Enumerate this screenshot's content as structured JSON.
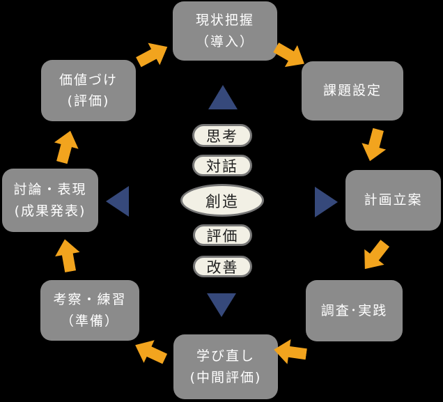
{
  "colors": {
    "background": "#000000",
    "box_bg": "#8B8B8B",
    "box_text": "#FFFFFF",
    "arrow": "#F2A41E",
    "triangle": "#36497B",
    "pill_bg": "#F2F0E5",
    "pill_border": "#767676",
    "pill_text": "#1F1F1F"
  },
  "steps": [
    {
      "name": "current-state-grasp",
      "lines": [
        "現状把握",
        "（導入）"
      ]
    },
    {
      "name": "problem-setting",
      "lines": [
        "課題設定"
      ]
    },
    {
      "name": "planning",
      "lines": [
        "計画立案"
      ]
    },
    {
      "name": "research-practice",
      "lines": [
        "調査･実践"
      ]
    },
    {
      "name": "relearning",
      "lines": [
        "学び直し",
        "(中間評価)"
      ]
    },
    {
      "name": "consideration-practice",
      "lines": [
        "考察・練習",
        "（準備）"
      ]
    },
    {
      "name": "discussion-presentation",
      "lines": [
        "討論・表現",
        "(成果発表)"
      ]
    },
    {
      "name": "valuing",
      "lines": [
        "価値づけ",
        "(評価)"
      ]
    }
  ],
  "center": {
    "keywords": [
      "思考",
      "対話",
      "創造",
      "評価",
      "改善"
    ],
    "highlighted": "創造"
  },
  "flow": {
    "direction": "clockwise",
    "connections": [
      {
        "from": "価値づけ(評価)",
        "to": "現状把握（導入）"
      },
      {
        "from": "現状把握（導入）",
        "to": "課題設定"
      },
      {
        "from": "課題設定",
        "to": "計画立案"
      },
      {
        "from": "計画立案",
        "to": "調査･実践"
      },
      {
        "from": "調査･実践",
        "to": "学び直し(中間評価)"
      },
      {
        "from": "学び直し(中間評価)",
        "to": "考察・練習（準備）"
      },
      {
        "from": "考察・練習（準備）",
        "to": "討論・表現(成果発表)"
      },
      {
        "from": "討論・表現(成果発表)",
        "to": "価値づけ(評価)"
      }
    ]
  }
}
